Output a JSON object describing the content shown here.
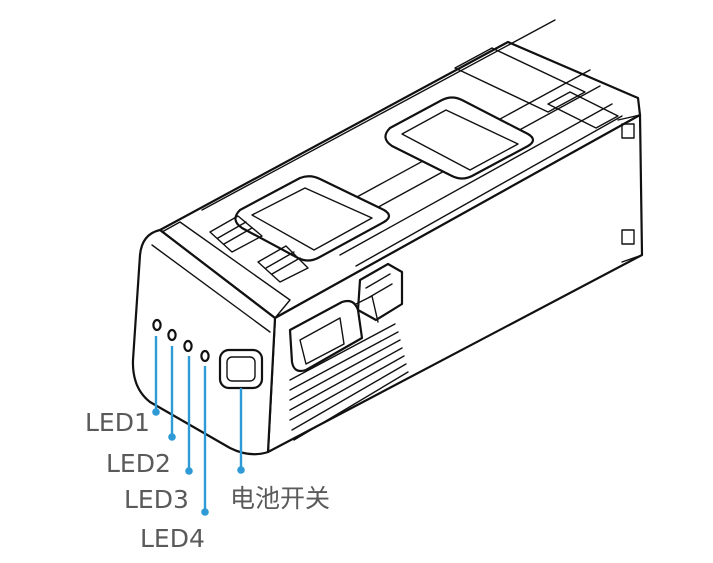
{
  "labels": {
    "led1": "LED1",
    "led2": "LED2",
    "led3": "LED3",
    "led4": "LED4",
    "switch": "电池开关"
  },
  "colors": {
    "line": "#111111",
    "leader": "#2e9bd6",
    "label": "#5a5a5a",
    "background": "#ffffff"
  }
}
